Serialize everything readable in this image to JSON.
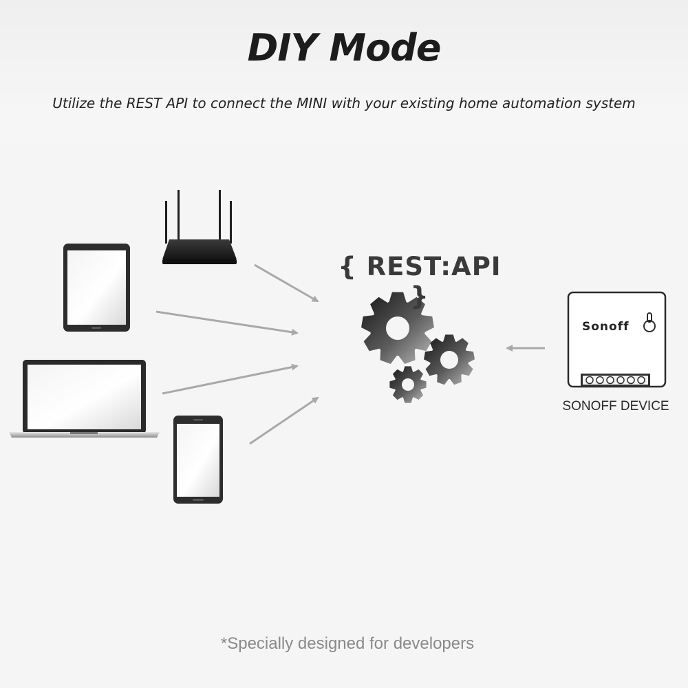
{
  "header": {
    "title": "DIY Mode",
    "subtitle": "Utilize the REST API to connect the MINI with your existing home automation system"
  },
  "diagram": {
    "api_label": "{ REST:API }",
    "device_label": "SONOFF DEVICE",
    "device_brand": "Sonoff",
    "sources": [
      "router-icon",
      "tablet-icon",
      "laptop-icon",
      "phone-icon"
    ],
    "hub": "gears-icon"
  },
  "footer": {
    "note": "*Specially designed for developers"
  },
  "colors": {
    "background": "#f5f5f5",
    "title": "#1c1c1c",
    "arrow": "#a9a9a9",
    "device_dark": "#333333",
    "footnote": "#8a8a8a"
  }
}
